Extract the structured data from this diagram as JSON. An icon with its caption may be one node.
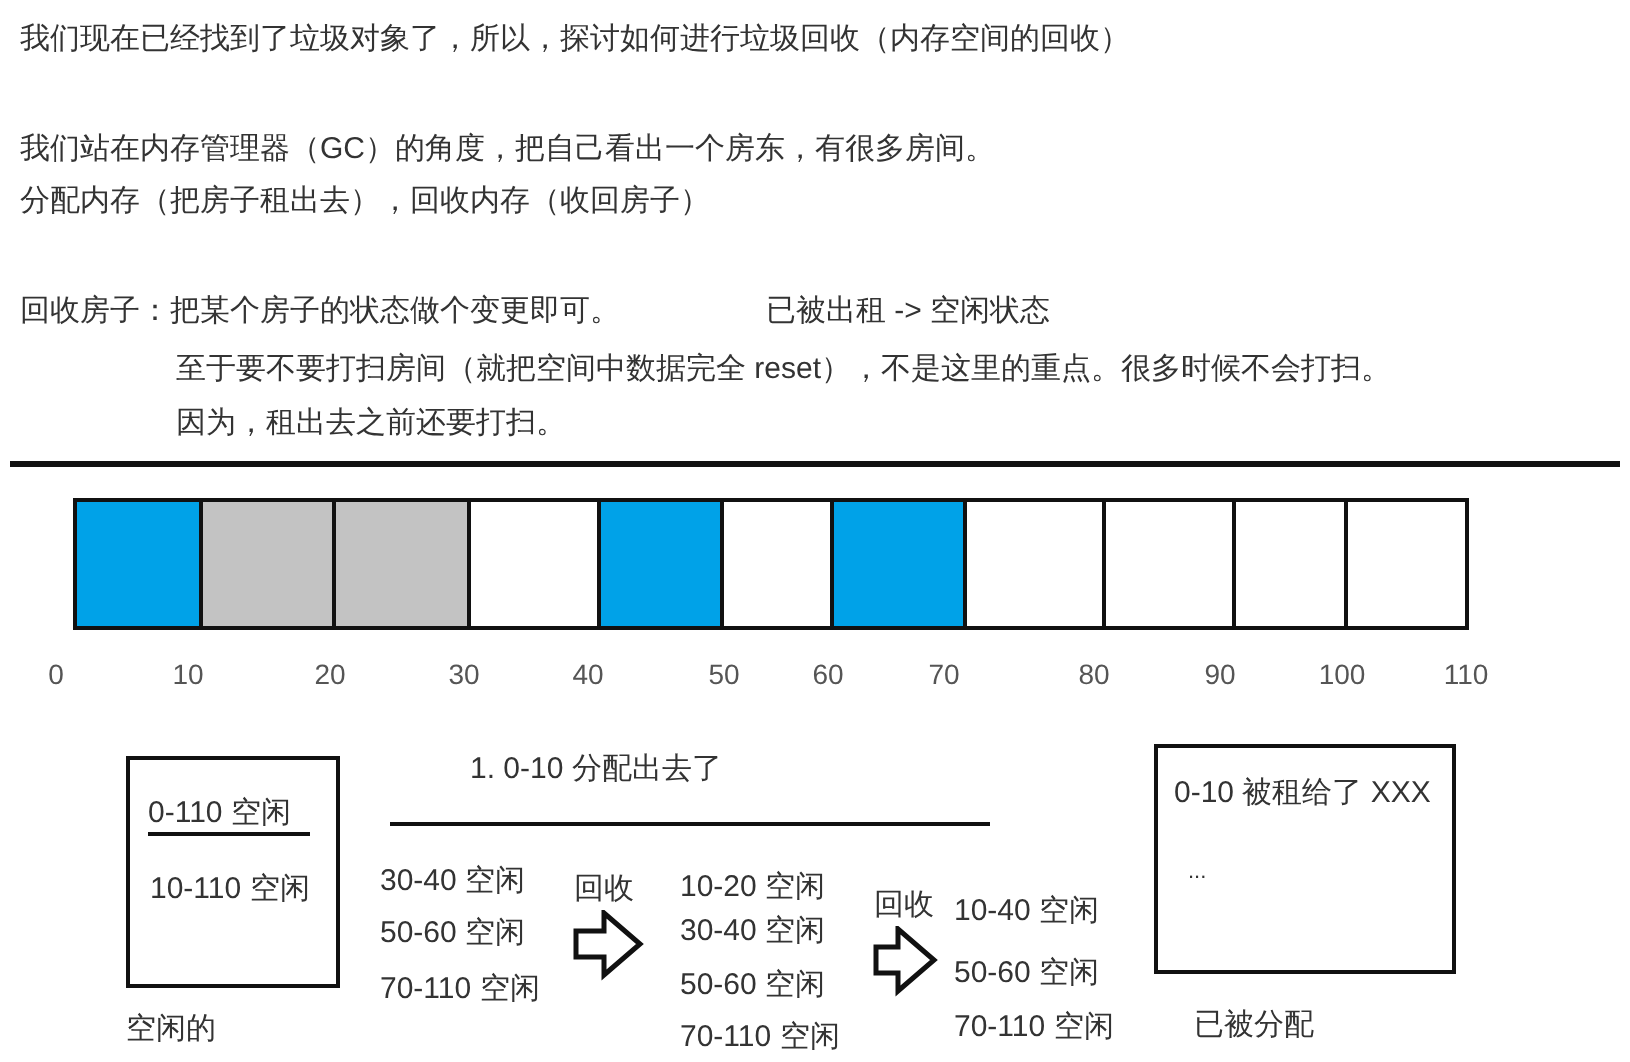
{
  "diagram": {
    "nodes": [
      {
        "text": [
          "0-110 空闲",
          "10-110 空闲"
        ],
        "beside": [
          "空闲的"
        ]
      },
      {
        "text": [
          "30-40 空闲",
          "50-60 空闲",
          "70-110 空闲"
        ]
      },
      {
        "text": [
          "10-20 空闲",
          "30-40 空闲",
          "50-60 空闲",
          "70-110 空闲"
        ]
      },
      {
        "text": [
          "10-40 空闲",
          "50-60 空闲",
          "70-110 空闲"
        ]
      },
      {
        "text": [
          "0-10 被租给了 XXX",
          "..."
        ],
        "beside": [
          "已被分配"
        ]
      }
    ],
    "edges": [
      {
        "from": 1,
        "to": 2,
        "arrow": "to",
        "label": "回收"
      },
      {
        "from": 2,
        "to": 3,
        "arrow": "to",
        "label": "回收"
      }
    ],
    "labels": [
      "我们现在已经找到了垃圾对象了，所以，探讨如何进行垃圾回收（内存空间的回收）",
      "我们站在内存管理器（GC）的角度，把自己看出一个房东，有很多房间。",
      "分配内存（把房子租出去），回收内存（收回房子）",
      "回收房子：把某个房子的状态做个变更即可。",
      "已被出租 -> 空闲状态",
      "至于要不要打扫房间（就把空间中数据完全 reset），不是这里的重点。很多时候不会打扫。",
      "因为，租出去之前还要打扫。",
      "0",
      "10",
      "20",
      "30",
      "40",
      "50",
      "60",
      "70",
      "80",
      "90",
      "100",
      "110",
      "1. 0-10 分配出去了"
    ]
  }
}
